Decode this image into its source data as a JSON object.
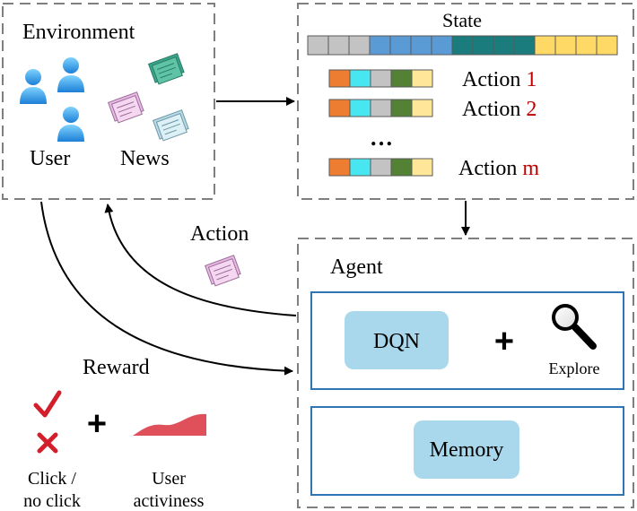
{
  "environment": {
    "title": "Environment",
    "user_label": "User",
    "news_label": "News"
  },
  "state": {
    "title": "State",
    "segment_colors": [
      "#c3c3c3",
      "#c3c3c3",
      "#c3c3c3",
      "#5b9bd5",
      "#5b9bd5",
      "#5b9bd5",
      "#5b9bd5",
      "#1a7c7c",
      "#1a7c7c",
      "#1a7c7c",
      "#1a7c7c",
      "#ffd966",
      "#ffd966",
      "#ffd966",
      "#ffd966"
    ],
    "actions": [
      {
        "word": "Action",
        "index": "1"
      },
      {
        "word": "Action",
        "index": "2"
      },
      {
        "word": "Action",
        "index": "m"
      }
    ],
    "ellipsis": "…",
    "action_colors": [
      "#ed7d31",
      "#48e6f0",
      "#c3c3c3",
      "#548235",
      "#ffe699"
    ]
  },
  "action_label": "Action",
  "agent": {
    "title": "Agent",
    "dqn_label": "DQN",
    "plus": "+",
    "explore_label": "Explore",
    "memory_label": "Memory"
  },
  "reward": {
    "title": "Reward",
    "plus": "+",
    "click_label_1": "Click /",
    "click_label_2": "no click",
    "activity_label_1": "User",
    "activity_label_2": "activiness"
  },
  "colors": {
    "index_red": "#c00000",
    "box_blue": "#2e75b6",
    "block_fill": "#a9d8ec",
    "check_red": "#d21f2b",
    "activity_red": "#e0505a",
    "dashed": "#7f7f7f"
  }
}
